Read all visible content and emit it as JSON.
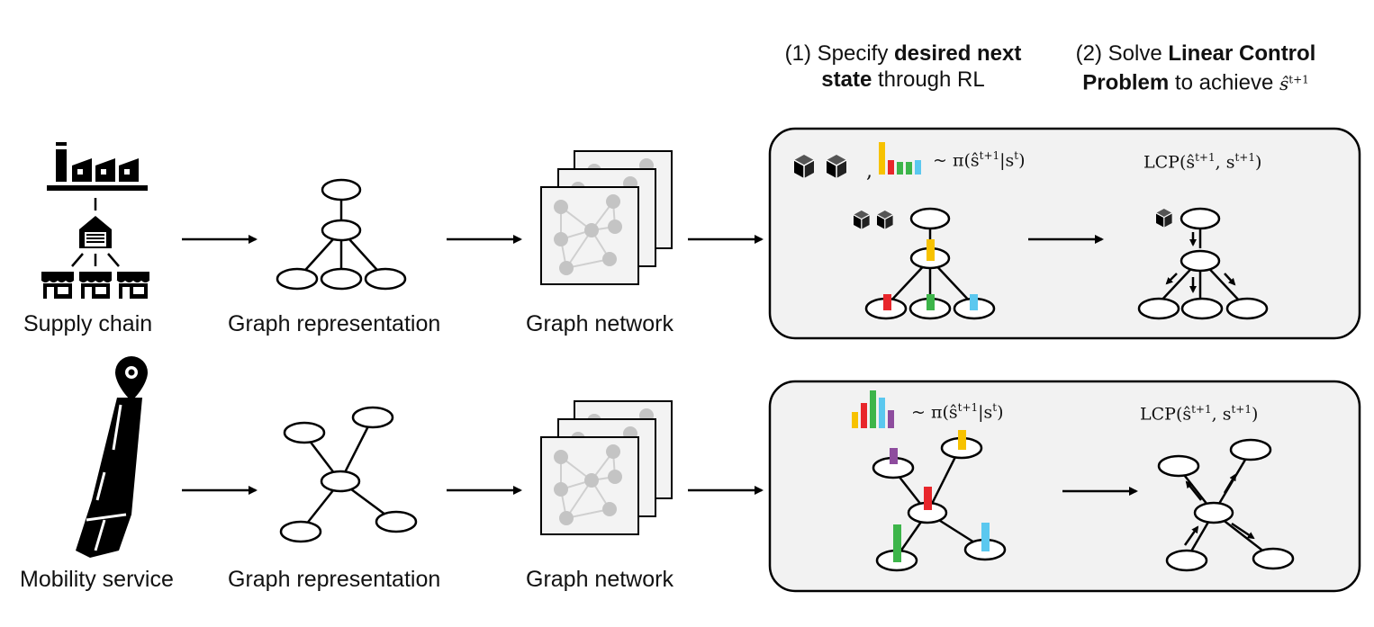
{
  "headers": {
    "step1_pre": "(1) Specify ",
    "step1_bold": "desired next state",
    "step1_post": " through RL",
    "step2_pre": "(2) Solve ",
    "step2_bold": "Linear Control Problem",
    "step2_post": " to achieve"
  },
  "math": {
    "s_hat_t1": "ŝ",
    "t1_sup": "t+1",
    "policy_text": "~ π(ŝ",
    "policy_mid": "|s",
    "policy_sup_t": "t",
    "policy_close": ")",
    "lcp_open": "LCP(ŝ",
    "lcp_mid": ", s",
    "lcp_close": ")",
    "comma": ","
  },
  "rows": [
    {
      "source_label": "Supply chain",
      "graph_label": "Graph representation",
      "network_label": "Graph network"
    },
    {
      "source_label": "Mobility service",
      "graph_label": "Graph representation",
      "network_label": "Graph network"
    }
  ],
  "colors": {
    "yellow": "#f7c200",
    "red": "#e8262b",
    "green": "#3db54a",
    "blue": "#5bc8ef",
    "purple": "#8e4c9e",
    "panel_bg": "#f2f2f2",
    "node_gray": "#c8c8c8"
  },
  "icons": [
    "factory-icon",
    "warehouse-icon",
    "store-icon",
    "map-pin-icon",
    "road-icon",
    "box-icon",
    "bar-chart-icon"
  ]
}
